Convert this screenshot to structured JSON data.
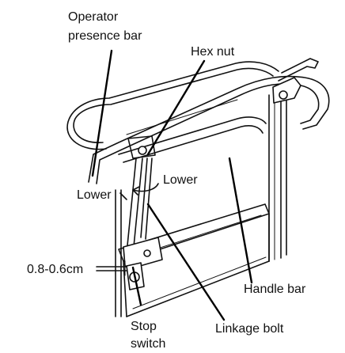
{
  "diagram": {
    "labels": {
      "operator_presence_bar_line1": "Operator",
      "operator_presence_bar_line2": "presence bar",
      "hex_nut": "Hex nut",
      "lower_right": "Lower",
      "lower_left": "Lower",
      "gap_measurement": "0.8-0.6cm",
      "handle_bar": "Handle bar",
      "stop_switch_line1": "Stop",
      "stop_switch_line2": "switch",
      "linkage_bolt": "Linkage bolt"
    }
  }
}
